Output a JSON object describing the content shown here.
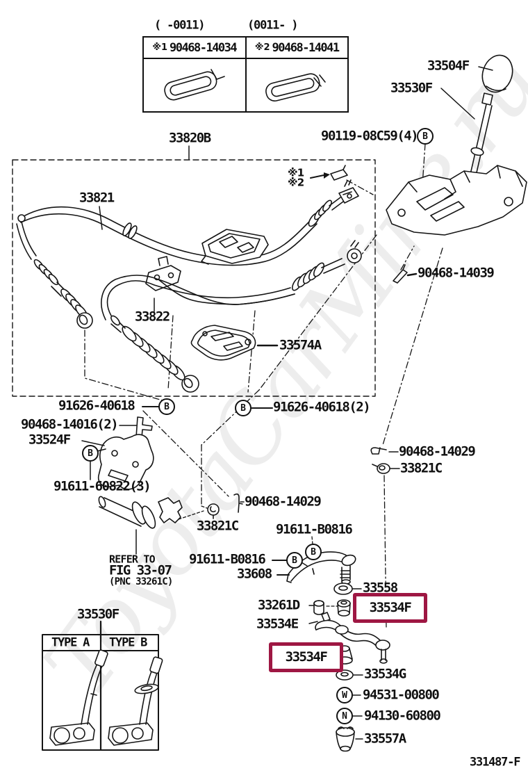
{
  "page": {
    "watermark": "ToyotaCarMine.ru",
    "figure_code": "331487-F",
    "highlight_color": "#9e1743"
  },
  "applicability": {
    "ranges": [
      "( -0011)",
      "(0011- )"
    ],
    "markers": [
      "※1",
      "※2"
    ],
    "parts": [
      "90468-14034",
      "90468-14041"
    ]
  },
  "fasteners": {
    "b": "B",
    "w": "W",
    "n": "N"
  },
  "callouts": {
    "assembly_box": "33820B",
    "shift_cable": "33821",
    "select_cable": "33822",
    "plate": "33574A",
    "knob": "33504F",
    "lever_upper": "33530F",
    "lever_lower": "33530F",
    "bolt_90119": "90119-08C59(4)",
    "clip_14039": "90468-14039",
    "clamp_left": "91626-40618",
    "clamp_right": "91626-40618(2)",
    "clip_14016": "90468-14016(2)",
    "bracket_33524": "33524F",
    "bolt_60822": "91611-60822(3)",
    "clip_14029_right": "90468-14029",
    "grommet_right": "33821C",
    "clip_14029_mid": "90468-14029",
    "grommet_mid": "33821C",
    "bolt_b0816_upper": "91611-B0816",
    "bolt_b0816_lower": "91611-B0816",
    "arm": "33608",
    "washer_33558": "33558",
    "bushing_33261d": "33261D",
    "highlighted_part": "33534F",
    "bushing_33534e": "33534E",
    "washer_33534g": "33534G",
    "washer_94531": "94531-00800",
    "nut_94130": "94130-60800",
    "cup_33557a": "33557A"
  },
  "note": {
    "line1": "REFER TO",
    "line2": "FIG 33-07",
    "line3": "(PNC 33261C)",
    "marker1": "※1",
    "marker2": "※2"
  },
  "type_panel": {
    "type_a": "TYPE A",
    "type_b": "TYPE B"
  }
}
